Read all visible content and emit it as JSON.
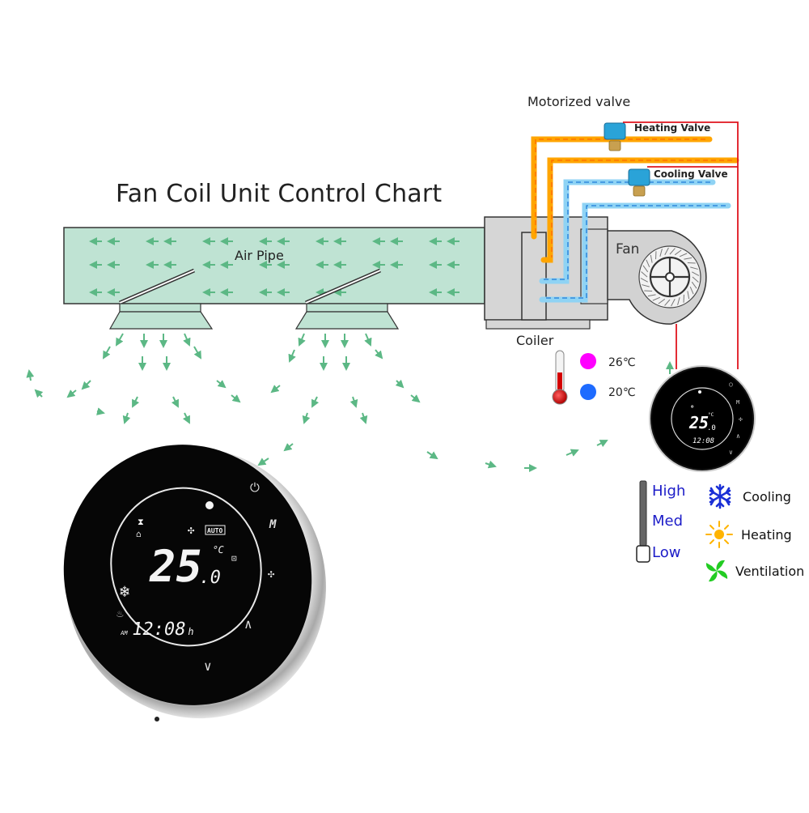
{
  "title": "Fan Coil Unit Control Chart",
  "labels": {
    "motorized_valve": "Motorized valve",
    "heating_valve": "Heating Valve",
    "cooling_valve": "Cooling Valve",
    "air_pipe": "Air Pipe",
    "fan": "Fan",
    "coiler": "Coiler"
  },
  "temperatures": [
    {
      "value": "26℃",
      "color": "#ff00ff",
      "meaning": "heating"
    },
    {
      "value": "20℃",
      "color": "#1e6bff",
      "meaning": "cooling"
    }
  ],
  "fan_speeds": [
    "High",
    "Med",
    "Low"
  ],
  "modes": [
    {
      "label": "Cooling",
      "icon": "snowflake-icon",
      "color": "#1a2fd6"
    },
    {
      "label": "Heating",
      "icon": "sun-icon",
      "color": "#ffb400"
    },
    {
      "label": "Ventilation",
      "icon": "fan-blades-icon",
      "color": "#22cc22"
    }
  ],
  "thermostat": {
    "temperature": "25",
    "temperature_decimal": ".0",
    "unit": "°C",
    "time": "12:08",
    "time_suffix": "h",
    "ampm": "AM",
    "fan_mode": "AUTO",
    "buttons": [
      "power",
      "M",
      "fan",
      "up",
      "down"
    ],
    "button_labels": {
      "mode": "M"
    }
  },
  "colors": {
    "air_pipe_fill": "#bfe3d3",
    "airflow_arrow": "#5cb885",
    "hot_pipe": "#ffa500",
    "cold_pipe": "#8fd3f4",
    "wire": "#e0141e",
    "unit_gray": "#d6d6d6",
    "speed_text": "#1c1cc8"
  }
}
